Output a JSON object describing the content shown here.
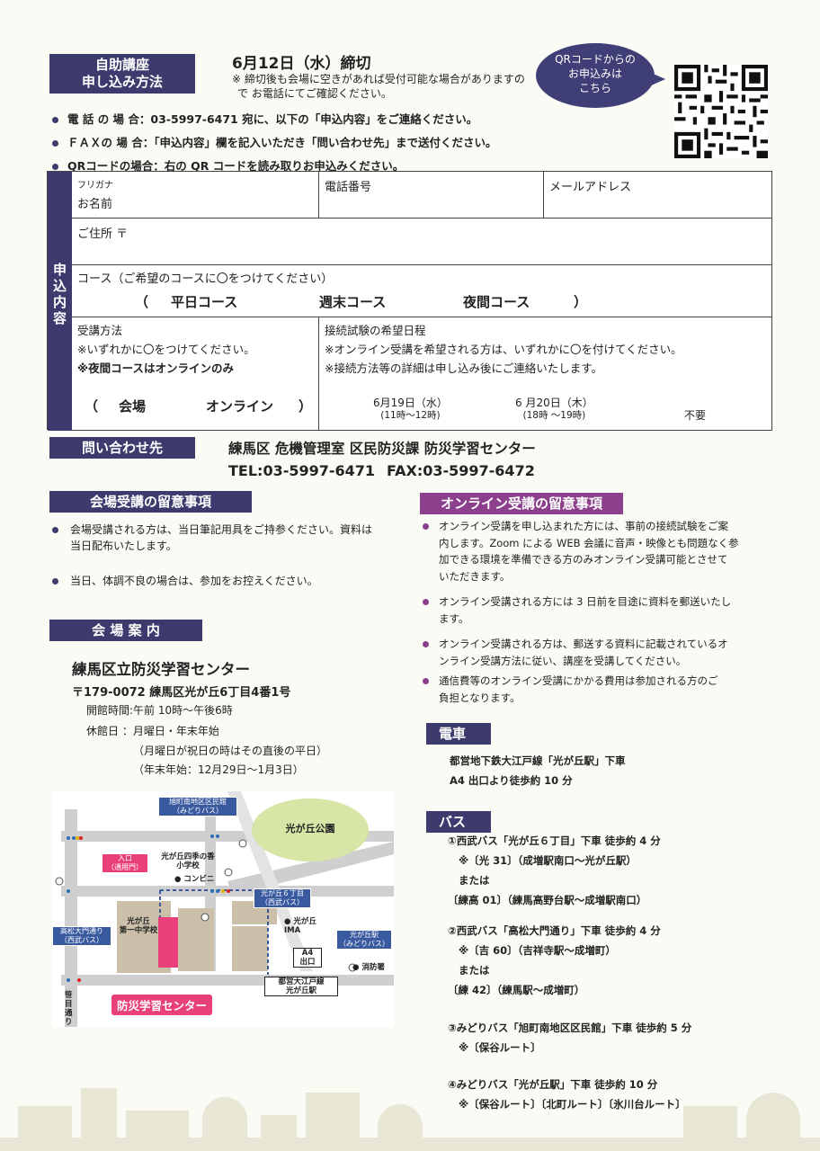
{
  "header": {
    "label_line1": "自助講座",
    "label_line2": "申し込み方法",
    "deadline": "6月12日（水）締切",
    "note_line1": "※ 締切後も会場に空きがあれば受付可能な場合がありますの",
    "note_line2": "で お電話にてご確認ください。",
    "qr_bubble_line1": "QRコードからの",
    "qr_bubble_line2": "お申込みは",
    "qr_bubble_line3": "こちら"
  },
  "methods": [
    "電 話 の 場 合：03-5997-6471 宛に、以下の「申込内容」をご連絡ください。",
    "ＦＡＸの 場 合：「申込内容」欄を記入いただき「問い合わせ先」まで送付ください。",
    "QRコードの場合：右の QR コードを読み取りお申込みください。"
  ],
  "form": {
    "sidebar": [
      "申",
      "込",
      "内",
      "容"
    ],
    "furigana": "フリガナ",
    "name": "お名前",
    "phone": "電話番号",
    "email": "メールアドレス",
    "address": "ご住所 〒",
    "course_label": "コース（ご希望のコースに〇をつけてください）",
    "course_open": "（",
    "course_1": "平日コース",
    "course_2": "週末コース",
    "course_3": "夜間コース",
    "course_close": "）",
    "method_title": "受講方法",
    "method_note1": "※いずれかに〇をつけてください。",
    "method_note2": "※夜間コースはオンラインのみ",
    "method_open": "（",
    "method_1": "会場",
    "method_2": "オンライン",
    "method_close": "）",
    "test_title": "接続試験の希望日程",
    "test_note1": "※オンライン受講を希望される方は、いずれかに〇を付けてください。",
    "test_note2": "※接続方法等の詳細は申し込み後にご連絡いたします。",
    "test_date1": "6月19日（水）",
    "test_time1": "(11時～12時)",
    "test_date2": "6 月20日（木）",
    "test_time2": "(18時 ～19時)",
    "test_none": "不要"
  },
  "contact": {
    "label": "問い合わせ先",
    "org": "練馬区 危機管理室 区民防災課 防災学習センター",
    "tel": "TEL:03-5997-6471",
    "fax": "FAX:03-5997-6472"
  },
  "venue_notes": {
    "label": "会場受講の留意事項",
    "items": [
      {
        "line1": "会場受講される方は、当日筆記用具をご持参ください。資料は",
        "line2": "当日配布いたします。"
      },
      {
        "line1": "当日、体調不良の場合は、参加をお控えください。",
        "line2": ""
      }
    ]
  },
  "online_notes": {
    "label": "オンライン受講の留意事項",
    "items": [
      {
        "lines": [
          "オンライン受講を申し込まれた方には、事前の接続試験をご案",
          "内します。Zoom による WEB 会議に音声・映像とも問題なく参",
          "加できる環境を準備できる方のみオンライン受講可能とさせて",
          "いただきます。"
        ]
      },
      {
        "lines": [
          "オンライン受講される方には 3 日前を目途に資料を郵送いたし",
          "ます。"
        ]
      },
      {
        "lines": [
          "オンライン受講される方は、郵送する資料に記載されているオ",
          "ンライン受講方法に従い、講座を受講してください。"
        ]
      },
      {
        "lines": [
          "通信費等のオンライン受講にかかる費用は参加される方のご",
          "負担となります。"
        ]
      }
    ]
  },
  "venue": {
    "label": "会 場 案 内",
    "name": "練馬区立防災学習センター",
    "address": "〒179-0072 練馬区光が丘6丁目4番1号",
    "hours": "開館時間:午前 10時～午後6時",
    "closed1": "休館日 ：月曜日・年末年始",
    "closed2": "（月曜日が祝日の時はその直後の平日）",
    "closed3": "（年末年始：12月29日～1月3日）"
  },
  "map": {
    "park": "光が丘公園",
    "asahi_stop": "旭町南地区区民館\n（みどりバス）",
    "entrance": "入口\n（通用門）",
    "school": "光が丘四季の香\n小学校",
    "convenience": "● コンビニ",
    "hikari6": "光が丘６丁目\n（西武バス）",
    "middle_school": "光が丘\n第一中学校",
    "ima": "● 光が丘\nIMA",
    "station_bus": "光が丘駅\n（みどりバス）",
    "takamatsu": "高松大門通り\n（西武バス）",
    "exit": "A4\n出口",
    "fire": "● 消防署",
    "subway": "都営大江戸線\n光が丘駅",
    "street": "笹目通り",
    "center": "防災学習センター"
  },
  "train": {
    "label": "電車",
    "line1": "都営地下鉄大江戸線「光が丘駅」下車",
    "line2": "A4 出口より徒歩約 10 分"
  },
  "bus": {
    "label": "バス",
    "routes": [
      {
        "title": "①西武バス「光が丘６丁目」下車 徒歩約 4 分",
        "lines": [
          "※〔光 31〕（成増駅南口～光が丘駅）",
          "または",
          "〔練高 01〕（練馬高野台駅～成増駅南口）"
        ]
      },
      {
        "title": "②西武バス「高松大門通り」下車 徒歩約 4 分",
        "lines": [
          "※〔吉 60〕（吉祥寺駅～成増町）",
          "または",
          "〔練 42〕（練馬駅～成増町）"
        ]
      },
      {
        "title": "③みどりバス「旭町南地区区民館」下車 徒歩約 5 分",
        "lines": [
          "※〔保谷ルート〕"
        ]
      },
      {
        "title": "④みどりバス「光が丘駅」下車 徒歩約 10 分",
        "lines": [
          "※〔保谷ルート〕〔北町ルート〕〔氷川台ルート〕"
        ]
      }
    ]
  },
  "colors": {
    "navy": "#3d3b6e",
    "purple": "#8b3f8c",
    "pink": "#e8417a",
    "map_blue": "#3a5aa0",
    "park_green": "#d7e6a7"
  }
}
